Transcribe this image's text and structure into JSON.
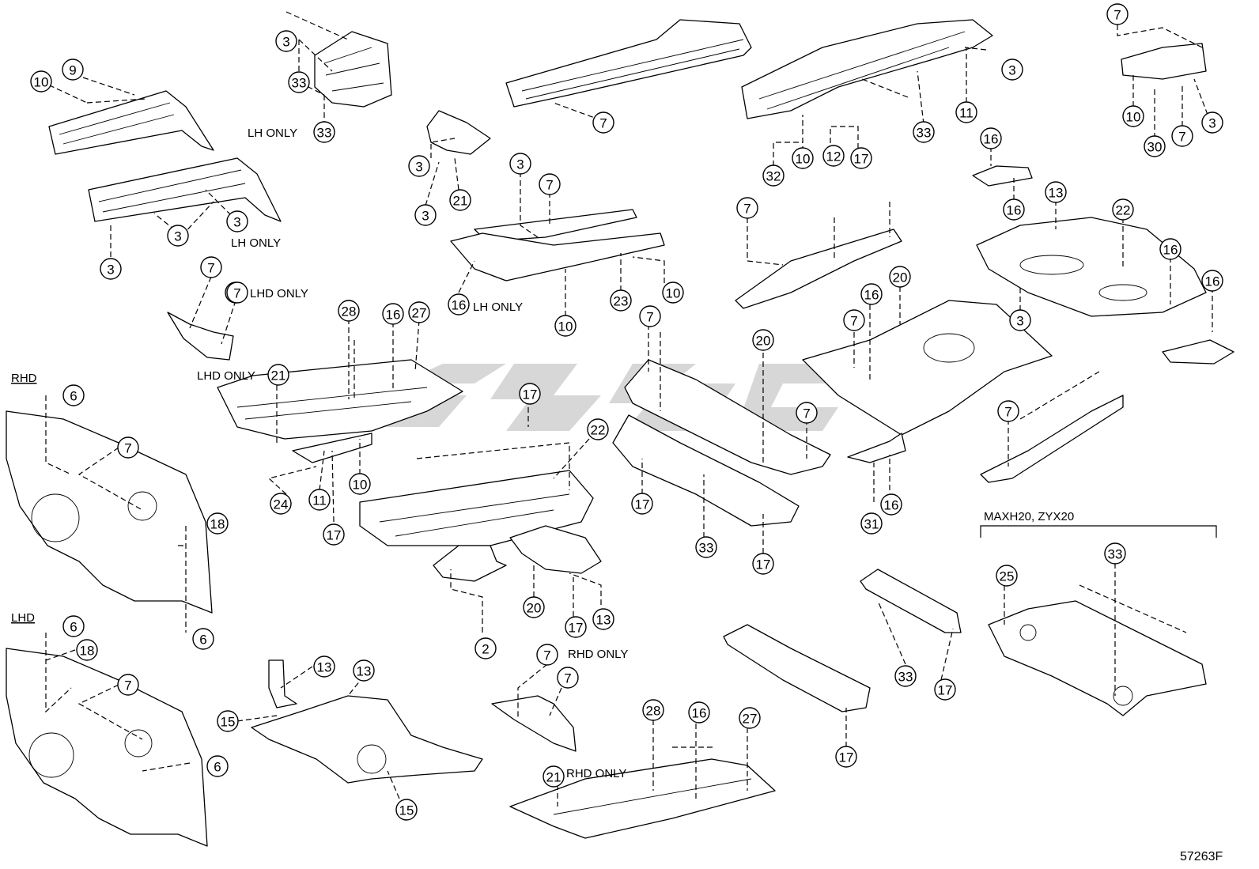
{
  "figure_code": "57263F",
  "notes": {
    "lh_only_1": "LH ONLY",
    "lh_only_2": "LH ONLY",
    "lh_only_3": "LH ONLY",
    "lhd_only_1": "LHD ONLY",
    "lhd_only_2": "LHD ONLY",
    "rhd_only_1": "RHD ONLY",
    "rhd_only_2": "RHD ONLY",
    "rhd_label": "RHD",
    "lhd_label": "LHD",
    "variant_label": "MAXH20, ZYX20"
  },
  "callouts": [
    {
      "id": "c1",
      "num": "3"
    },
    {
      "id": "c2",
      "num": "33"
    },
    {
      "id": "c3",
      "num": "33"
    },
    {
      "id": "c4",
      "num": "9"
    },
    {
      "id": "c5",
      "num": "10"
    },
    {
      "id": "c6",
      "num": "3"
    },
    {
      "id": "c7",
      "num": "3"
    },
    {
      "id": "c8",
      "num": "3"
    },
    {
      "id": "c9",
      "num": "7"
    },
    {
      "id": "c10",
      "num": "7"
    },
    {
      "id": "c11",
      "num": "21"
    },
    {
      "id": "c12",
      "num": "6"
    },
    {
      "id": "c13",
      "num": "7"
    },
    {
      "id": "c14",
      "num": "18"
    },
    {
      "id": "c15",
      "num": "6"
    },
    {
      "id": "c16",
      "num": "6"
    },
    {
      "id": "c17",
      "num": "18"
    },
    {
      "id": "c18",
      "num": "7"
    },
    {
      "id": "c19",
      "num": "6"
    },
    {
      "id": "c20",
      "num": "13"
    },
    {
      "id": "c21",
      "num": "13"
    },
    {
      "id": "c22",
      "num": "15"
    },
    {
      "id": "c23",
      "num": "15"
    },
    {
      "id": "c24",
      "num": "7"
    },
    {
      "id": "c25",
      "num": "3"
    },
    {
      "id": "c26",
      "num": "21"
    },
    {
      "id": "c27",
      "num": "3"
    },
    {
      "id": "c28",
      "num": "3"
    },
    {
      "id": "c29",
      "num": "7"
    },
    {
      "id": "c30",
      "num": "16"
    },
    {
      "id": "c31",
      "num": "10"
    },
    {
      "id": "c32",
      "num": "23"
    },
    {
      "id": "c33",
      "num": "10"
    },
    {
      "id": "c34",
      "num": "28"
    },
    {
      "id": "c35",
      "num": "16"
    },
    {
      "id": "c36",
      "num": "27"
    },
    {
      "id": "c37",
      "num": "24"
    },
    {
      "id": "c38",
      "num": "11"
    },
    {
      "id": "c39",
      "num": "17"
    },
    {
      "id": "c40",
      "num": "10"
    },
    {
      "id": "c41",
      "num": "17"
    },
    {
      "id": "c42",
      "num": "22"
    },
    {
      "id": "c43",
      "num": "2"
    },
    {
      "id": "c44",
      "num": "20"
    },
    {
      "id": "c45",
      "num": "17"
    },
    {
      "id": "c46",
      "num": "13"
    },
    {
      "id": "c47",
      "num": "7"
    },
    {
      "id": "c48",
      "num": "7"
    },
    {
      "id": "c49",
      "num": "21"
    },
    {
      "id": "c50",
      "num": "28"
    },
    {
      "id": "c51",
      "num": "16"
    },
    {
      "id": "c52",
      "num": "27"
    },
    {
      "id": "c53",
      "num": "7"
    },
    {
      "id": "c54",
      "num": "3"
    },
    {
      "id": "c55",
      "num": "11"
    },
    {
      "id": "c56",
      "num": "33"
    },
    {
      "id": "c57",
      "num": "32"
    },
    {
      "id": "c58",
      "num": "10"
    },
    {
      "id": "c59",
      "num": "12"
    },
    {
      "id": "c60",
      "num": "17"
    },
    {
      "id": "c61",
      "num": "7"
    },
    {
      "id": "c62",
      "num": "10"
    },
    {
      "id": "c63",
      "num": "30"
    },
    {
      "id": "c64",
      "num": "7"
    },
    {
      "id": "c65",
      "num": "3"
    },
    {
      "id": "c66",
      "num": "16"
    },
    {
      "id": "c67",
      "num": "16"
    },
    {
      "id": "c68",
      "num": "13"
    },
    {
      "id": "c69",
      "num": "22"
    },
    {
      "id": "c70",
      "num": "16"
    },
    {
      "id": "c71",
      "num": "16"
    },
    {
      "id": "c72",
      "num": "3"
    },
    {
      "id": "c73",
      "num": "7"
    },
    {
      "id": "c74",
      "num": "7"
    },
    {
      "id": "c75",
      "num": "20"
    },
    {
      "id": "c76",
      "num": "17"
    },
    {
      "id": "c77",
      "num": "33"
    },
    {
      "id": "c78",
      "num": "17"
    },
    {
      "id": "c79",
      "num": "7"
    },
    {
      "id": "c80",
      "num": "20"
    },
    {
      "id": "c81",
      "num": "7"
    },
    {
      "id": "c82",
      "num": "16"
    },
    {
      "id": "c83",
      "num": "31"
    },
    {
      "id": "c84",
      "num": "16"
    },
    {
      "id": "c85",
      "num": "7"
    },
    {
      "id": "c86",
      "num": "33"
    },
    {
      "id": "c87",
      "num": "17"
    },
    {
      "id": "c88",
      "num": "17"
    },
    {
      "id": "c89",
      "num": "25"
    },
    {
      "id": "c90",
      "num": "33"
    }
  ]
}
